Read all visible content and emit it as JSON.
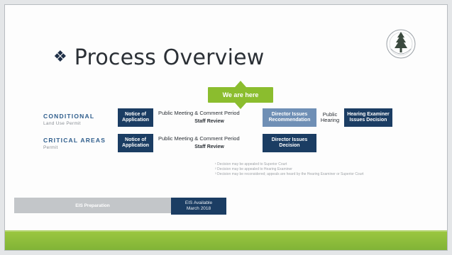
{
  "title": {
    "glyph": "❖",
    "text": "Process Overview"
  },
  "marker": {
    "label": "We are here"
  },
  "rows": {
    "conditional": {
      "name": "CONDITIONAL",
      "sub": "Land Use Permit",
      "notice": "Notice of Application",
      "meeting": "Public Meeting & Comment Period",
      "staff": "Staff Review",
      "director": "Director Issues Recommendation",
      "hearing": "Public Hearing",
      "examiner": "Hearing Examiner Issues Decision"
    },
    "critical": {
      "name": "CRITICAL AREAS",
      "sub": "Permit",
      "notice": "Notice of Application",
      "meeting": "Public Meeting & Comment Period",
      "staff": "Staff Review",
      "director": "Director Issues Decision"
    }
  },
  "notes": [
    "¹ Decision may be appealed to Superior Court",
    "² Decision may be appealed to Hearing Examiner",
    "³ Decision may be reconsidered; appeals are heard by the Hearing Examiner or Superior Court"
  ],
  "timeline": {
    "prep": "EIS Preparation",
    "avail_line1": "EIS Available",
    "avail_line2": "March 2018"
  },
  "colors": {
    "navy": "#1b3d63",
    "accent_blue": "#6f8fb5",
    "green": "#8bbd2e",
    "label_blue": "#2e5d8c"
  }
}
